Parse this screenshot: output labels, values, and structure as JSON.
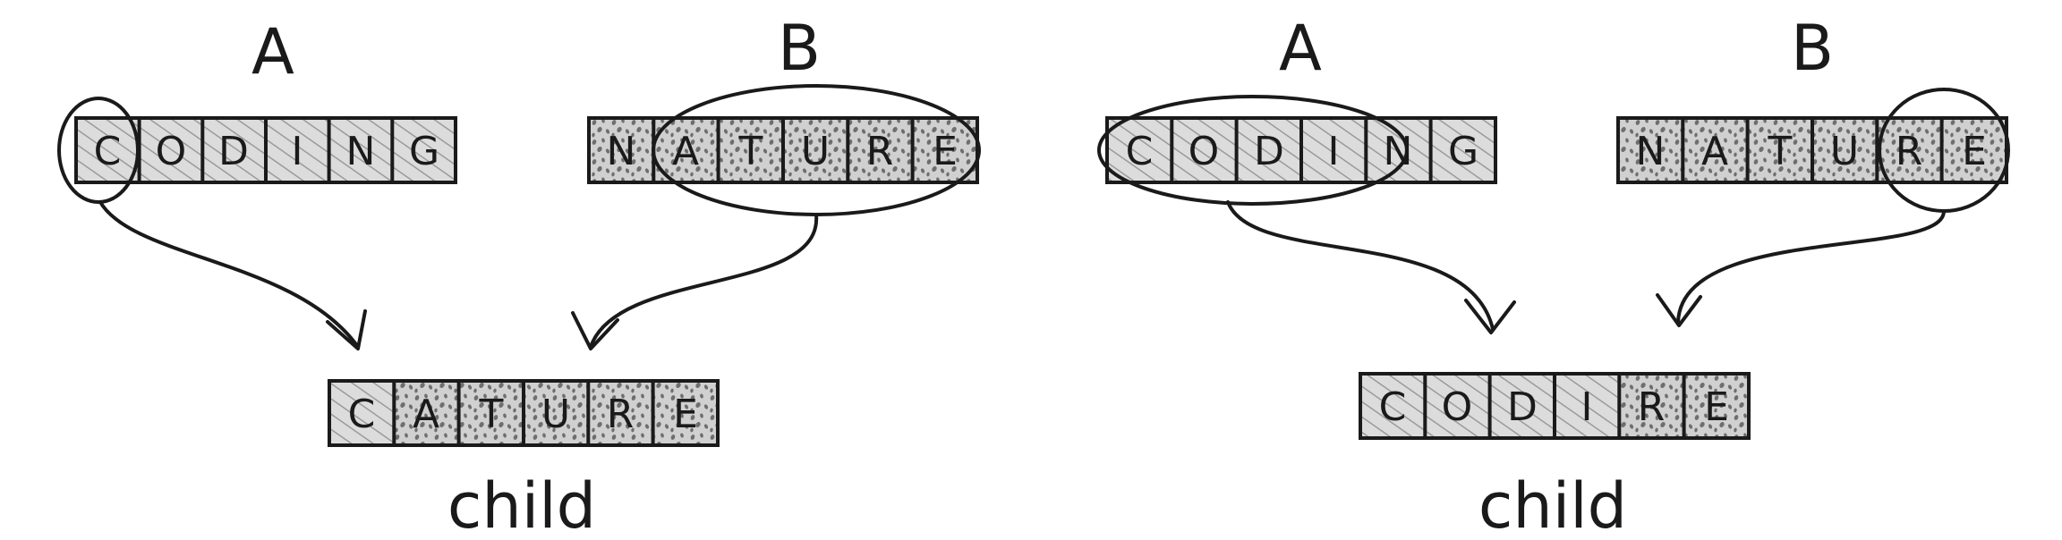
{
  "panels": [
    {
      "parent_a": {
        "label": "A",
        "word": [
          "C",
          "O",
          "D",
          "I",
          "N",
          "G"
        ],
        "selected": [
          0
        ]
      },
      "parent_b": {
        "label": "B",
        "word": [
          "N",
          "A",
          "T",
          "U",
          "R",
          "E"
        ],
        "selected": [
          1,
          2,
          3,
          4,
          5
        ]
      },
      "child": {
        "label": "child",
        "word": [
          "C",
          "A",
          "T",
          "U",
          "R",
          "E"
        ],
        "source": [
          "A",
          "B",
          "B",
          "B",
          "B",
          "B"
        ]
      }
    },
    {
      "parent_a": {
        "label": "A",
        "word": [
          "C",
          "O",
          "D",
          "I",
          "N",
          "G"
        ],
        "selected": [
          0,
          1,
          2,
          3
        ]
      },
      "parent_b": {
        "label": "B",
        "word": [
          "N",
          "A",
          "T",
          "U",
          "R",
          "E"
        ],
        "selected": [
          4,
          5
        ]
      },
      "child": {
        "label": "child",
        "word": [
          "C",
          "O",
          "D",
          "I",
          "R",
          "E"
        ],
        "source": [
          "A",
          "A",
          "A",
          "A",
          "B",
          "B"
        ]
      }
    }
  ],
  "colors": {
    "stroke": "#1a1a1a",
    "hatch_fill": "#dcdcdc",
    "dots_fill": "#d0d0d0",
    "dot": "#6e6e6e"
  }
}
